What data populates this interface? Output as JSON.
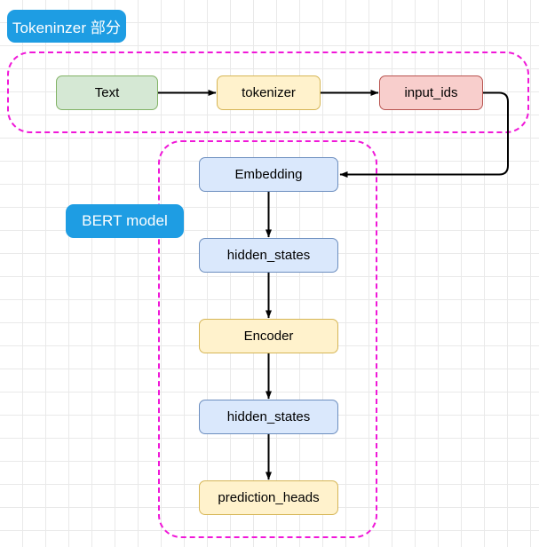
{
  "diagram": {
    "title_label": "Tokeninzer 部分",
    "groups": [
      {
        "name": "tokenizer-section",
        "label": "Tokeninzer 部分",
        "border_color": "#f018d8",
        "style": "dashed"
      },
      {
        "name": "bert-model-section",
        "label": "BERT model",
        "border_color": "#f018d8",
        "style": "dashed"
      }
    ],
    "labels": {
      "tokenizer_part": "Tokeninzer 部分",
      "bert_model": "BERT model",
      "pill_color": "#1e9de3"
    },
    "nodes": [
      {
        "id": "text",
        "label": "Text",
        "fill": "#d5e8d4",
        "stroke": "#82b366"
      },
      {
        "id": "tokenizer",
        "label": "tokenizer",
        "fill": "#fff2cc",
        "stroke": "#d6b656"
      },
      {
        "id": "input_ids",
        "label": "input_ids",
        "fill": "#f8cecc",
        "stroke": "#b85450"
      },
      {
        "id": "embedding",
        "label": "Embedding",
        "fill": "#dae8fc",
        "stroke": "#6c8ebf"
      },
      {
        "id": "hidden_states_1",
        "label": "hidden_states",
        "fill": "#dae8fc",
        "stroke": "#6c8ebf"
      },
      {
        "id": "encoder",
        "label": "Encoder",
        "fill": "#fff2cc",
        "stroke": "#d6b656"
      },
      {
        "id": "hidden_states_2",
        "label": "hidden_states",
        "fill": "#dae8fc",
        "stroke": "#6c8ebf"
      },
      {
        "id": "prediction_heads",
        "label": "prediction_heads",
        "fill": "#fff2cc",
        "stroke": "#d6b656"
      }
    ],
    "edges": [
      {
        "from": "text",
        "to": "tokenizer",
        "style": "solid-arrow"
      },
      {
        "from": "tokenizer",
        "to": "input_ids",
        "style": "solid-arrow"
      },
      {
        "from": "input_ids",
        "to": "embedding",
        "style": "solid-arrow-routed"
      },
      {
        "from": "embedding",
        "to": "hidden_states_1",
        "style": "solid-arrow"
      },
      {
        "from": "hidden_states_1",
        "to": "encoder",
        "style": "solid-arrow"
      },
      {
        "from": "encoder",
        "to": "hidden_states_2",
        "style": "solid-arrow"
      },
      {
        "from": "hidden_states_2",
        "to": "prediction_heads",
        "style": "solid-arrow"
      }
    ],
    "canvas": {
      "background": "#ffffff",
      "grid_minor_color": "#e9e9e9",
      "grid_major_color": "#d4d4d4",
      "edge_color": "#000000"
    }
  }
}
